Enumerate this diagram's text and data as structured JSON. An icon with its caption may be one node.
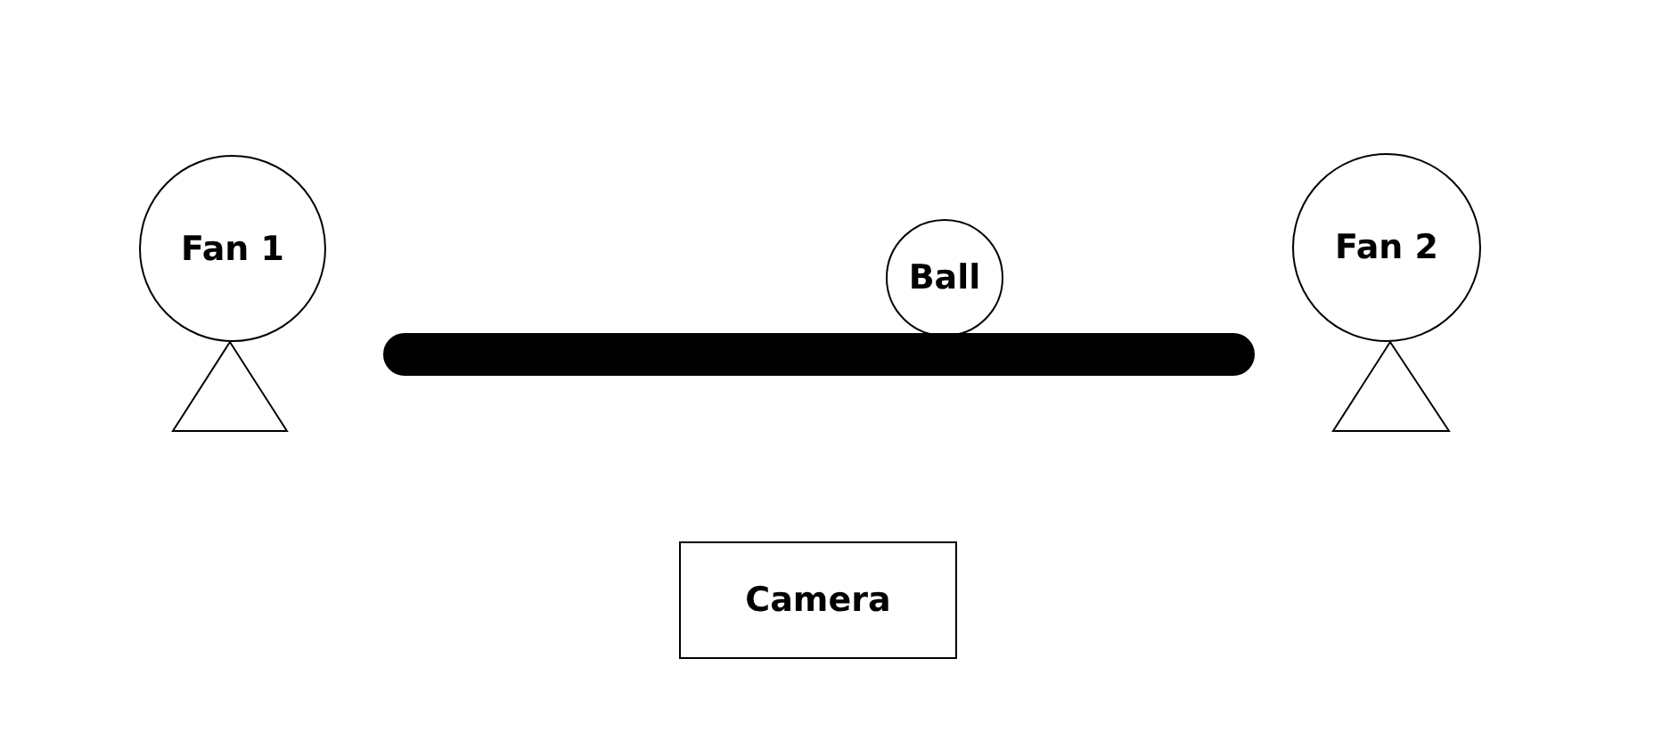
{
  "diagram": {
    "nodes": [
      {
        "text": [
          "Fan 1"
        ]
      },
      {
        "text": [
          "Ball"
        ]
      },
      {
        "text": [],
        "shape": "bar"
      },
      {
        "text": [
          "Fan 2"
        ]
      },
      {
        "text": [
          "Camera"
        ]
      }
    ]
  }
}
